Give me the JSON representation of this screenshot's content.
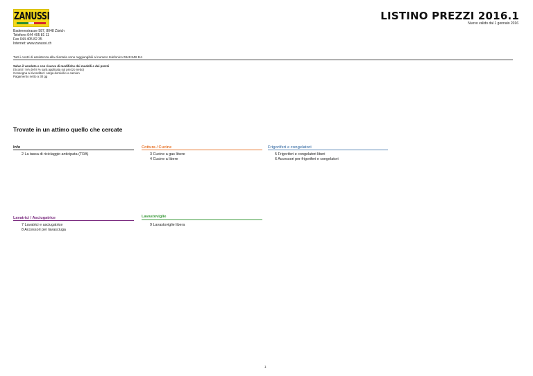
{
  "header": {
    "logo_text": "ZANUSSI",
    "logo_colors": {
      "background": "#f4d81a",
      "stripes": [
        "#2f8f2f",
        "#2f8f2f",
        "#e8e8e8",
        "#d7262b",
        "#d7262b"
      ]
    },
    "title": "LISTINO PREZZI 2016.1",
    "validity": "Nuovo valido dal 1 gennaio 2016"
  },
  "address": {
    "street": "Badenerstrasse 587, 8048 Zürich",
    "phone": "Telefono 044 405 81 11",
    "fax": "Fax 044 405 82 35",
    "internet": "Internet: www.zanussi.ch"
  },
  "service_note": "Tutti i centri di assistenza alla clientela sono raggiungibili al numero telefonico 0848 848 111",
  "terms": {
    "heading": "Salvo il venduto e con riserva di modifiche dei modelli e dei prezzi",
    "line1": "(Sconti / IVA del 8 % sarà applicata sul prezzo netto)",
    "line2": "Consegna ai rivenditori: carga domicilio o camion",
    "line3": "Pagamento netto a 30 gg"
  },
  "section_heading": "Trovate in un attimo quello che cercate",
  "categories": {
    "info": {
      "title": "Info",
      "color": "#222222",
      "items": [
        {
          "page": "2",
          "label": "La tassa di riciclaggio anticipata (TRA)"
        }
      ]
    },
    "cottura": {
      "title": "Cottura / Cucine",
      "color": "#e8772e",
      "items": [
        {
          "page": "3",
          "label": "Cucine a gas libere"
        },
        {
          "page": "4",
          "label": "Cucine a libere"
        }
      ]
    },
    "frigoriferi": {
      "title": "Frigoriferi e congelatori",
      "color": "#5b87b5",
      "items": [
        {
          "page": "5",
          "label": "Frigoriferi e congelatori liberi"
        },
        {
          "page": "6",
          "label": "Accessori per frigoriferi e congelatori"
        }
      ]
    },
    "lavatrici": {
      "title": "Lavatrici / Asciugatrice",
      "color": "#7a2a7f",
      "items": [
        {
          "page": "7",
          "label": "Lavatrici e asciugatrice"
        },
        {
          "page": "8",
          "label": "Accessori per lavasciuga"
        }
      ]
    },
    "lavastoviglie": {
      "title": "Lavastoviglie",
      "color": "#3a9a3a",
      "items": [
        {
          "page": "9",
          "label": "Lavastoviglie libera"
        }
      ]
    }
  },
  "page_number": "1"
}
